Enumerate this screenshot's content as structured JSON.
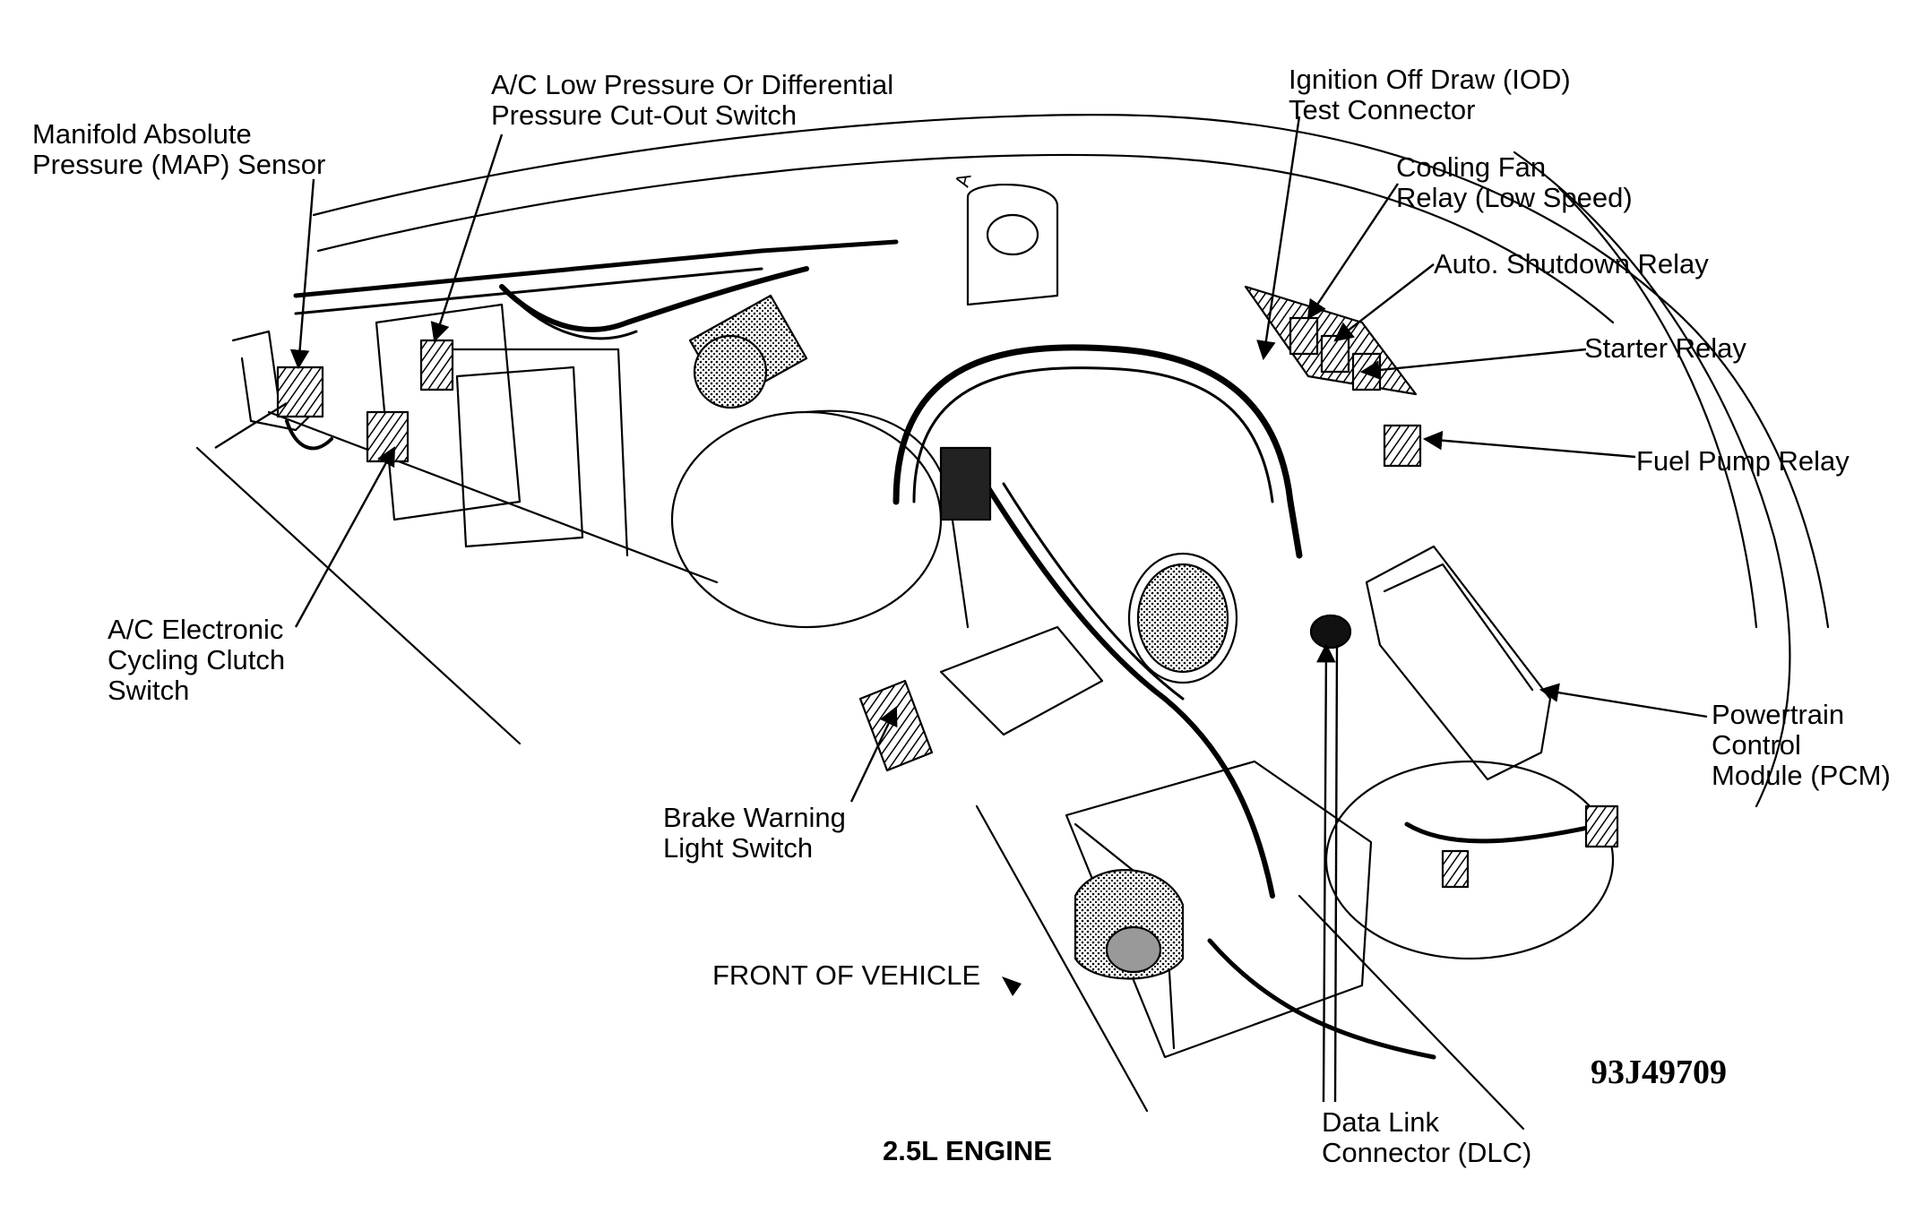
{
  "colors": {
    "ink": "#000000",
    "paper": "#ffffff",
    "shade": "#bdbdbd"
  },
  "labels": {
    "map_sensor": [
      "Manifold Absolute",
      "Pressure (MAP) Sensor"
    ],
    "ac_low_pressure": [
      "A/C Low Pressure Or Differential",
      "Pressure Cut-Out Switch"
    ],
    "iod_connector": [
      "Ignition Off Draw (IOD)",
      "Test Connector"
    ],
    "cooling_fan_relay": [
      "Cooling Fan",
      "Relay (Low Speed)"
    ],
    "auto_shutdown_relay": [
      "Auto. Shutdown Relay"
    ],
    "starter_relay": [
      "Starter Relay"
    ],
    "fuel_pump_relay": [
      "Fuel Pump Relay"
    ],
    "ac_cycling_clutch": [
      "A/C Electronic",
      "Cycling Clutch",
      "Switch"
    ],
    "pcm": [
      "Powertrain",
      "Control",
      "Module (PCM)"
    ],
    "brake_warning": [
      "Brake Warning",
      "Light Switch"
    ],
    "front_of_vehicle": [
      "FRONT OF VEHICLE"
    ],
    "dlc": [
      "Data Link",
      "Connector (DLC)"
    ]
  },
  "caption": "2.5L ENGINE",
  "figure_id": "93J49709",
  "diagram_marks": [
    "A"
  ]
}
